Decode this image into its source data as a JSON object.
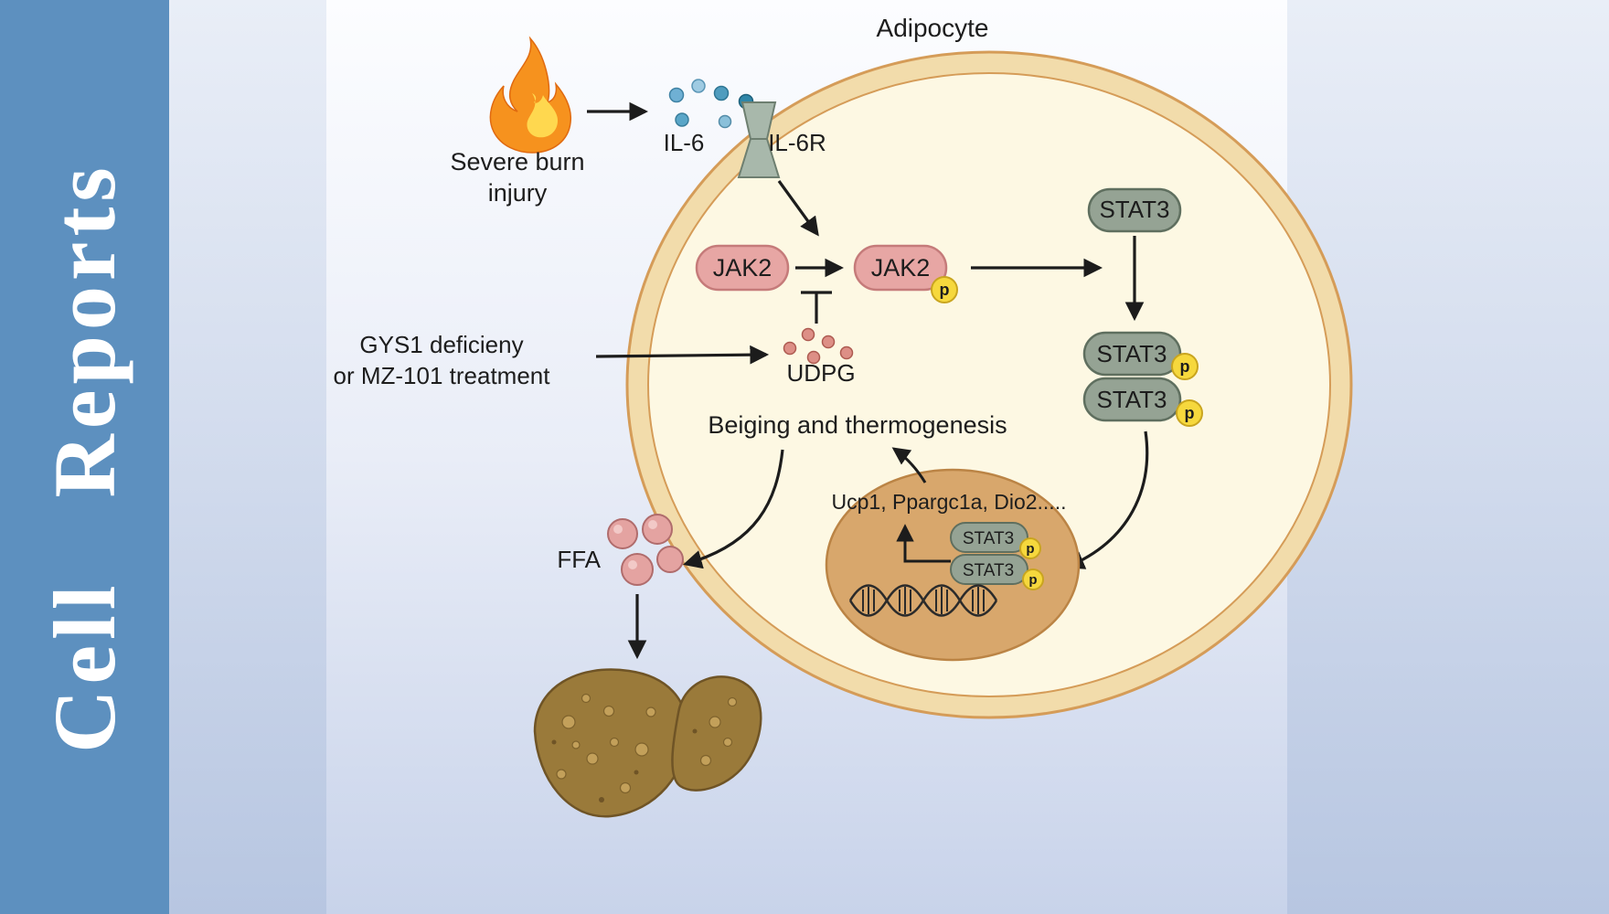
{
  "journal": {
    "title": "Cell Reports"
  },
  "colors": {
    "sidebar_blue": "#5d90bf",
    "cell_fill": "#fdf8e3",
    "membrane_fill": "#f2dcab",
    "membrane_stroke": "#d59c58",
    "protein_pink": "#e7a6a4",
    "protein_sage": "#95a394",
    "phospho_yellow": "#f6d83d",
    "nucleus_tan": "#d8a76c",
    "il6_blue": "#5aa6c8",
    "udpg_red": "#dd8f86",
    "arrow_black": "#1c1c1c"
  },
  "diagram": {
    "title": "Adipocyte",
    "stimulus_line1": "Severe burn",
    "stimulus_line2": "injury",
    "ligand": "IL-6",
    "receptor": "IL-6R",
    "kinase": "JAK2",
    "phospho": "p",
    "stat3": "STAT3",
    "intervention_line1": "GYS1 deficieny",
    "intervention_line2": "or MZ-101 treatment",
    "metabolite": "UDPG",
    "outcome": "Beiging and thermogenesis",
    "genes": "Ucp1, Ppargc1a, Dio2.....",
    "ffa": "FFA"
  }
}
